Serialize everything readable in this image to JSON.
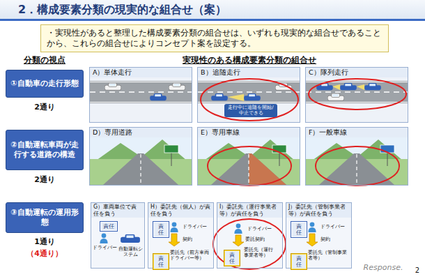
{
  "diagram": {
    "title": "2．構成要素分類の現実的な組合せ（案）",
    "nodes": [
      {
        "text": [
          "2．構成要素分類の現実的な組合せ（案）"
        ]
      },
      {
        "text": [
          "・実現性があると整理した構成要素分類の組合せは、いずれも現実的な組合せであることから、これらの組合せによりコンセプト案を設定する。"
        ]
      },
      {
        "text": [
          "①自動車の走行形態"
        ]
      },
      {
        "text": [
          "②自動運転車両が走行する道路の構造"
        ]
      },
      {
        "text": [
          "③自動運転の運用形態"
        ]
      },
      {
        "text": [
          "A）単体走行"
        ]
      },
      {
        "text": [
          "B）追随走行"
        ]
      },
      {
        "text": [
          "C）隊列走行"
        ]
      },
      {
        "text": [
          "D）専用道路"
        ]
      },
      {
        "text": [
          "E）専用車線"
        ]
      },
      {
        "text": [
          "F）一般車線"
        ]
      },
      {
        "text": [
          "G）車両単位で責任を負う"
        ]
      },
      {
        "text": [
          "責任"
        ],
        "in": 11
      },
      {
        "text": [
          "H）委託先（個人）が責任を負う"
        ]
      },
      {
        "text": [
          "責任"
        ],
        "in": 13
      },
      {
        "text": [
          "責任"
        ],
        "in": 13
      },
      {
        "text": [
          "I）委託先（運行事業者等）が責任を負う"
        ]
      },
      {
        "text": [
          "責任"
        ],
        "in": 16
      },
      {
        "text": [
          "J）委託先（管制事業者等）が責任を負う"
        ]
      },
      {
        "text": [
          "責任"
        ],
        "in": 18
      },
      {
        "text": [
          "責任"
        ],
        "in": 18
      }
    ],
    "labels": [
      "分類の視点",
      "実現性のある構成要素分類の組合せ",
      "2通り",
      "2通り",
      "1通り",
      "（4通り）",
      "走行中に追随を開始/中止できる",
      "ドライバー",
      "自動運転システム",
      "ドライバー",
      "契約",
      "委託先（前方車両ドライバー等）",
      "ドライバー",
      "委託契約",
      "委託先（運行事業者等）",
      "ドライバー",
      "契約",
      "委託先（管制事業者等）",
      "2",
      "Response."
    ]
  }
}
